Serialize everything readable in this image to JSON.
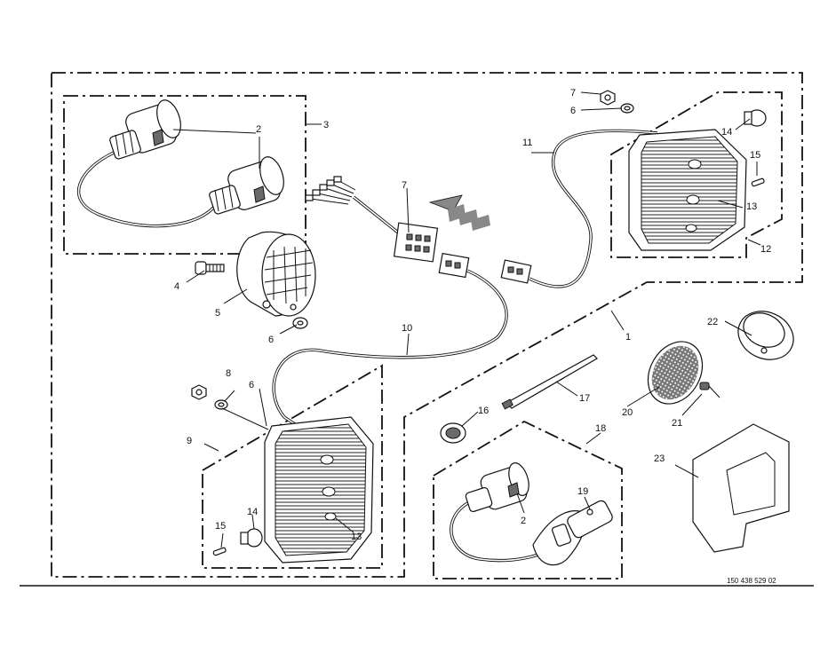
{
  "drawing_number": "150 438 529 02",
  "callouts": [
    {
      "id": "c1",
      "text": "1"
    },
    {
      "id": "c2a",
      "text": "2"
    },
    {
      "id": "c2b",
      "text": "2"
    },
    {
      "id": "c3",
      "text": "3"
    },
    {
      "id": "c4",
      "text": "4"
    },
    {
      "id": "c5",
      "text": "5"
    },
    {
      "id": "c6a",
      "text": "6"
    },
    {
      "id": "c6b",
      "text": "6"
    },
    {
      "id": "c6c",
      "text": "6"
    },
    {
      "id": "c7a",
      "text": "7"
    },
    {
      "id": "c7b",
      "text": "7"
    },
    {
      "id": "c8",
      "text": "8"
    },
    {
      "id": "c9",
      "text": "9"
    },
    {
      "id": "c10",
      "text": "10"
    },
    {
      "id": "c11",
      "text": "11"
    },
    {
      "id": "c12",
      "text": "12"
    },
    {
      "id": "c13a",
      "text": "13"
    },
    {
      "id": "c13b",
      "text": "13"
    },
    {
      "id": "c14a",
      "text": "14"
    },
    {
      "id": "c14b",
      "text": "14"
    },
    {
      "id": "c15a",
      "text": "15"
    },
    {
      "id": "c15b",
      "text": "15"
    },
    {
      "id": "c16",
      "text": "16"
    },
    {
      "id": "c17",
      "text": "17"
    },
    {
      "id": "c18",
      "text": "18"
    },
    {
      "id": "c19",
      "text": "19"
    },
    {
      "id": "c20",
      "text": "20"
    },
    {
      "id": "c21",
      "text": "21"
    },
    {
      "id": "c22",
      "text": "22"
    },
    {
      "id": "c23",
      "text": "23"
    }
  ]
}
